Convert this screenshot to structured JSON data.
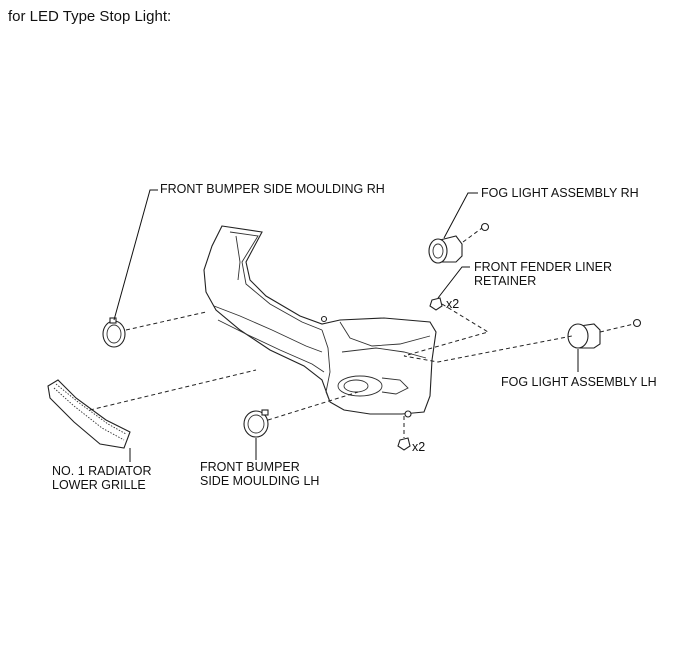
{
  "heading": "for LED Type Stop Light:",
  "labels": {
    "bumper_moulding_rh": "FRONT BUMPER SIDE MOULDING RH",
    "fog_light_rh": "FOG LIGHT ASSEMBLY RH",
    "fender_liner_retainer_line1": "FRONT FENDER LINER",
    "fender_liner_retainer_line2": "RETAINER",
    "fog_light_lh": "FOG LIGHT ASSEMBLY LH",
    "radiator_grille_line1": "NO. 1 RADIATOR",
    "radiator_grille_line2": "LOWER GRILLE",
    "bumper_moulding_lh_line1": "FRONT BUMPER",
    "bumper_moulding_lh_line2": "SIDE MOULDING LH"
  },
  "quantities": {
    "retainer_upper": "x2",
    "retainer_lower": "x2"
  },
  "icons": [
    "screw-icon",
    "clip-icon"
  ]
}
